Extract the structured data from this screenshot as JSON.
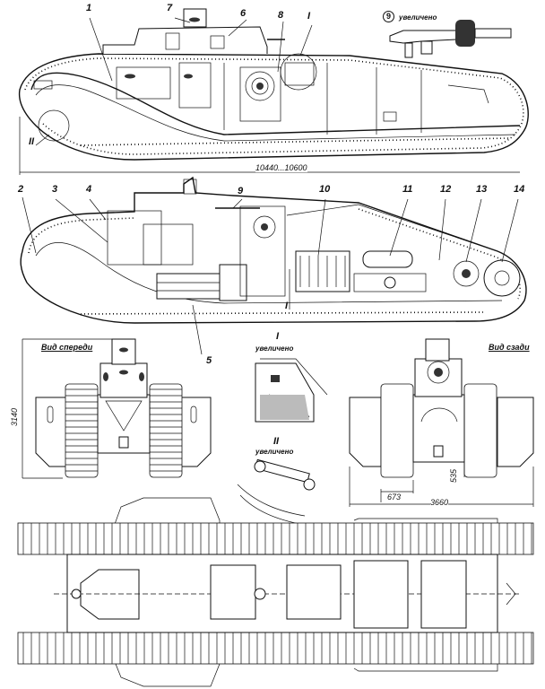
{
  "title": "Tank general arrangement drawing",
  "side_view_top": {
    "callouts": [
      "1",
      "7",
      "6",
      "8",
      "I",
      "II"
    ],
    "detail_badge": "9",
    "detail_caption": "увеличено",
    "length_dimension": "10440...10600"
  },
  "side_view_section": {
    "callouts": [
      "2",
      "3",
      "4",
      "9",
      "10",
      "11",
      "12",
      "13",
      "14",
      "5"
    ],
    "section_mark": "I"
  },
  "front_view": {
    "caption": "Вид спереди",
    "height_dimension": "3140"
  },
  "detail_I": {
    "mark": "I",
    "caption": "увеличено"
  },
  "detail_II": {
    "mark": "II",
    "caption": "увеличено"
  },
  "rear_view": {
    "caption": "Вид сзади",
    "ground_clearance_dimension": "535",
    "track_width_dimension": "673",
    "overall_width_dimension": "3660"
  },
  "plan_view": {}
}
